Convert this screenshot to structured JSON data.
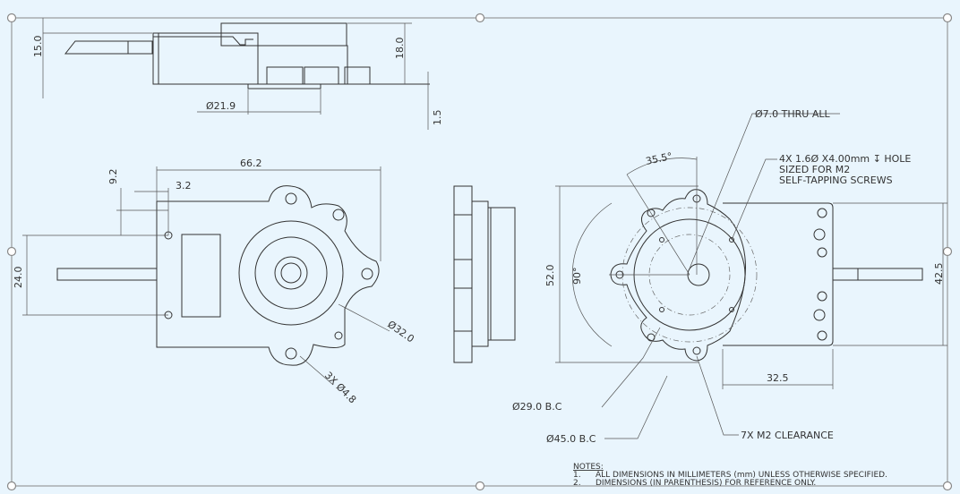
{
  "dims": {
    "top_height": "15.0",
    "top_total": "18.0",
    "top_dia": "Ø21.9",
    "top_step": "1.5",
    "front_width": "66.2",
    "front_offset_x": "3.2",
    "front_offset_y": "9.2",
    "front_height": "24.0",
    "front_dia": "Ø32.0",
    "front_holes": "3X Ø4.8",
    "thru": "Ø7.0 THRU ALL",
    "angle1": "35.5°",
    "angle2": "90°",
    "right_height": "52.0",
    "box_height": "42.5",
    "box_width": "32.5",
    "bc1": "Ø29.0 B.C",
    "bc2": "Ø45.0 B.C",
    "clearance": "7X M2 CLEARANCE"
  },
  "hole_note": [
    "4X 1.6Ø X4.00mm ↧ HOLE",
    "SIZED FOR M2",
    "SELF-TAPPING SCREWS"
  ],
  "notes": {
    "title": "NOTES:",
    "items": [
      {
        "num": "1.",
        "text": "ALL DIMENSIONS IN MILLIMETERS (mm) UNLESS OTHERWISE SPECIFIED."
      },
      {
        "num": "2.",
        "text": "DIMENSIONS (IN PARENTHESIS) FOR REFERENCE ONLY."
      }
    ]
  }
}
